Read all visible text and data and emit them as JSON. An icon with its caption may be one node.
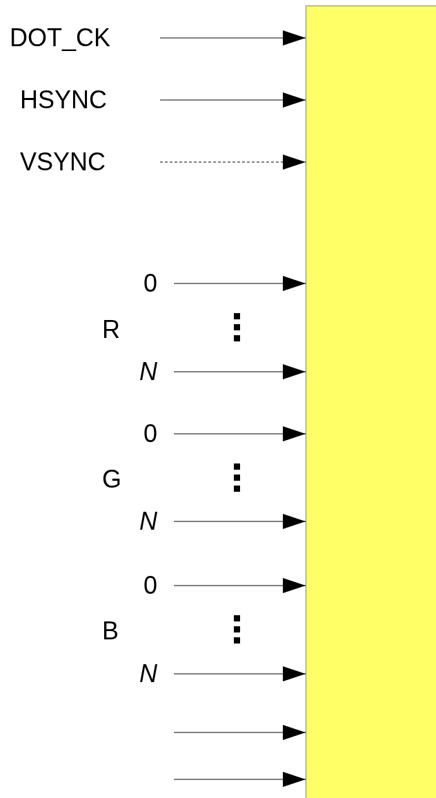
{
  "diagram": {
    "nodes": [
      {
        "text": [],
        "shape": "box"
      },
      {
        "text": [
          "DOT_CK"
        ]
      },
      {
        "text": [
          "HSYNC"
        ]
      },
      {
        "text": [
          "VSYNC"
        ]
      },
      {
        "text": [
          "0"
        ]
      },
      {
        "text": [
          "N"
        ]
      },
      {
        "text": [
          "0"
        ]
      },
      {
        "text": [
          "N"
        ]
      },
      {
        "text": [
          "0"
        ]
      },
      {
        "text": [
          "N"
        ]
      }
    ],
    "edges": [
      {
        "from": 1,
        "to": 0,
        "arrow": "to"
      },
      {
        "from": 2,
        "to": 0,
        "arrow": "to"
      },
      {
        "from": 3,
        "to": 0,
        "arrow": "to",
        "style": "dashed"
      },
      {
        "from": 4,
        "to": 0,
        "arrow": "to"
      },
      {
        "from": 5,
        "to": 0,
        "arrow": "to"
      },
      {
        "from": 6,
        "to": 0,
        "arrow": "to"
      },
      {
        "from": 7,
        "to": 0,
        "arrow": "to"
      },
      {
        "from": 8,
        "to": 0,
        "arrow": "to"
      },
      {
        "from": 9,
        "to": 0,
        "arrow": "to"
      },
      {
        "from": null,
        "to": 0,
        "arrow": "to"
      },
      {
        "from": null,
        "to": 0,
        "arrow": "to"
      }
    ],
    "labels": [
      "R",
      "G",
      "B"
    ]
  }
}
